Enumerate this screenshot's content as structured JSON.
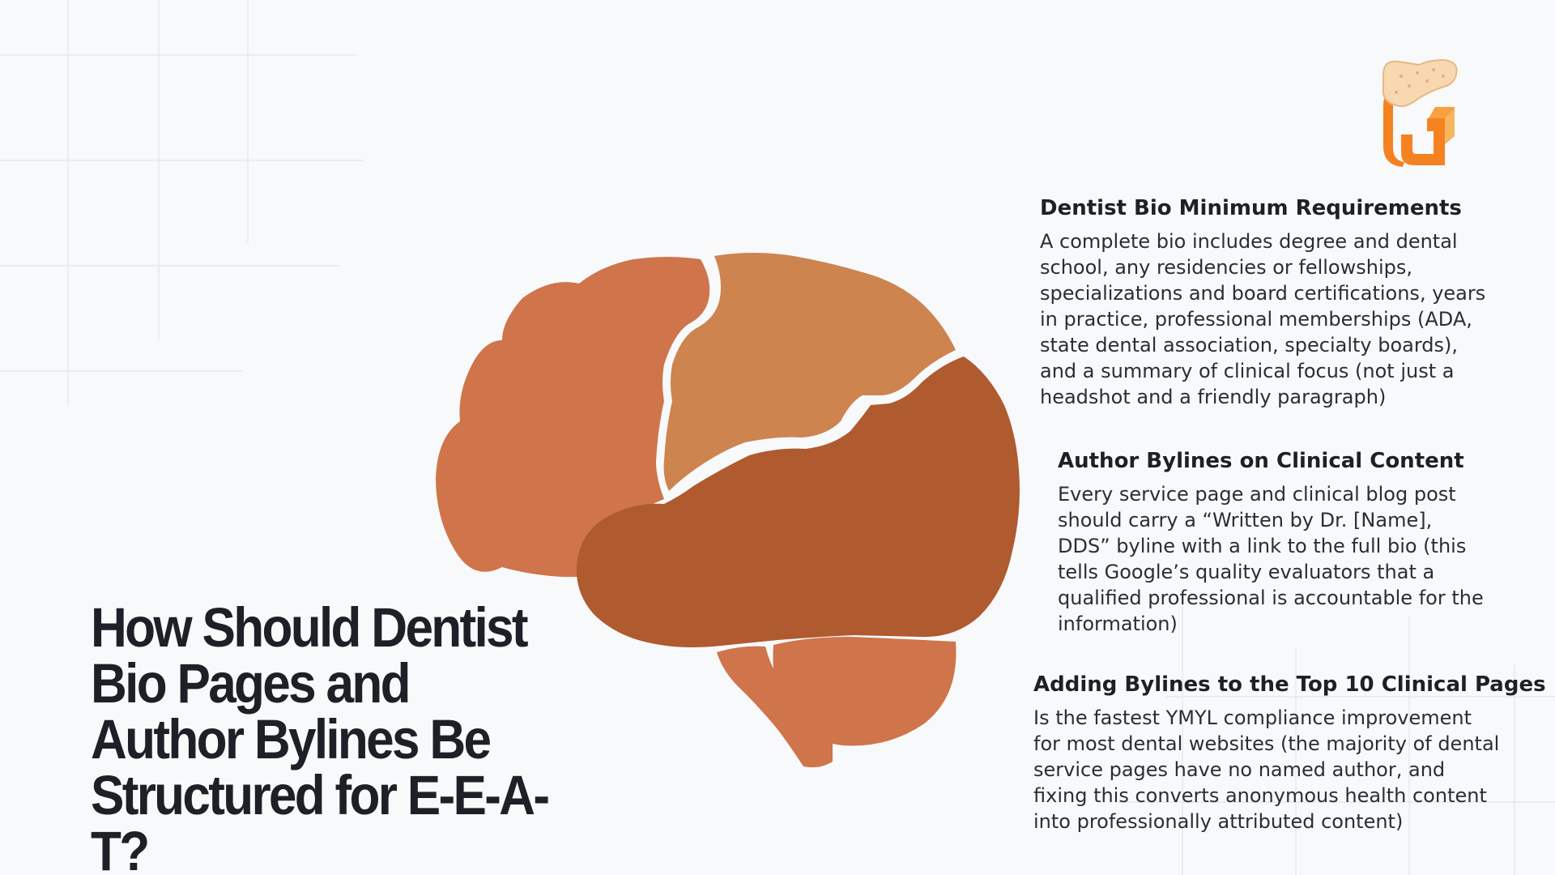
{
  "headline": {
    "text": "How Should Dentist Bio Pages and Author Bylines Be Structured for E-E-A-T?"
  },
  "sections": [
    {
      "title": "Dentist Bio Minimum Requirements",
      "body": "A complete bio includes degree and dental school, any residencies or fellowships, specializations and board certifications, years in practice, professional memberships (ADA, state dental association, specialty boards), and a summary of clinical focus (not just a headshot and a friendly paragraph)"
    },
    {
      "title": "Author Bylines on Clinical Content",
      "body": "Every service page and clinical blog post should carry a “Written by Dr. [Name], DDS” byline with a link to the full bio (this tells Google’s quality evaluators that a qualified professional is accountable for the information)"
    },
    {
      "title": "Adding Bylines to the Top 10 Clinical Pages",
      "body": "Is the fastest YMYL compliance improvement for most dental websites (the majority of dental service pages have no named author, and fixing this converts anonymous health content into professionally attributed content)"
    }
  ],
  "icons": {
    "logo": "tooth-g-logo-icon",
    "illustration": "brain-icon"
  },
  "colors": {
    "background": "#f8f9fb",
    "brain_frontal": "#cf744b",
    "brain_parietal": "#cd844f",
    "brain_temporal": "#b05a30",
    "logo_orange": "#f58220",
    "logo_tooth": "#f7d8b0",
    "headline": "#1d2026"
  }
}
